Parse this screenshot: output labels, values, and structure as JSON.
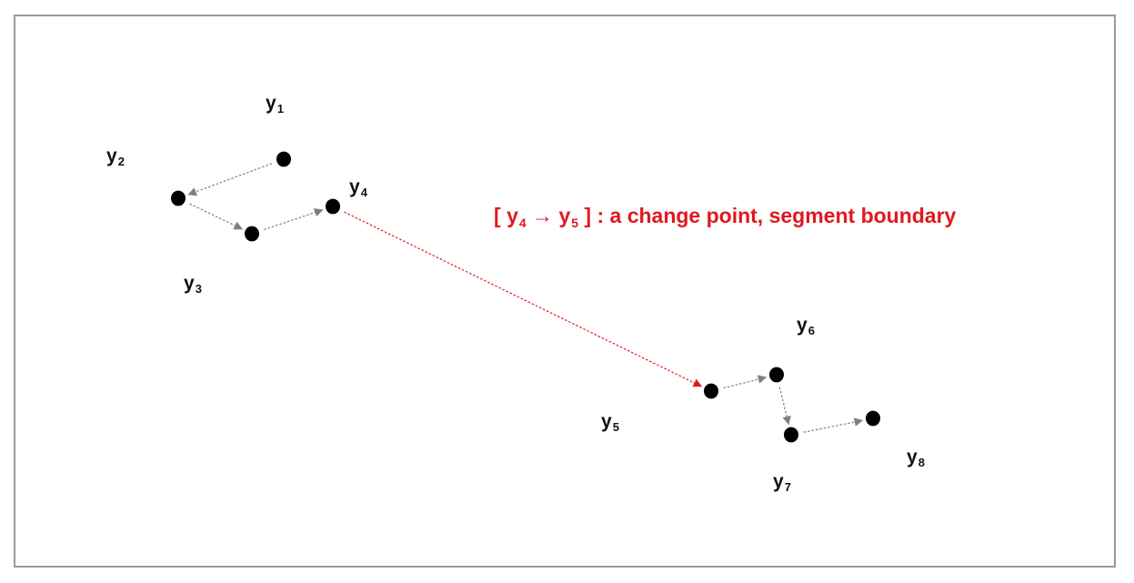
{
  "nodes": [
    {
      "id": "y1",
      "base": "y",
      "sub": "1"
    },
    {
      "id": "y2",
      "base": "y",
      "sub": "2"
    },
    {
      "id": "y3",
      "base": "y",
      "sub": "3"
    },
    {
      "id": "y4",
      "base": "y",
      "sub": "4"
    },
    {
      "id": "y5",
      "base": "y",
      "sub": "5"
    },
    {
      "id": "y6",
      "base": "y",
      "sub": "6"
    },
    {
      "id": "y7",
      "base": "y",
      "sub": "7"
    },
    {
      "id": "y8",
      "base": "y",
      "sub": "8"
    }
  ],
  "edges": [
    {
      "from": "y1",
      "to": "y2",
      "kind": "normal"
    },
    {
      "from": "y2",
      "to": "y3",
      "kind": "normal"
    },
    {
      "from": "y3",
      "to": "y4",
      "kind": "normal"
    },
    {
      "from": "y4",
      "to": "y5",
      "kind": "change-point"
    },
    {
      "from": "y5",
      "to": "y6",
      "kind": "normal"
    },
    {
      "from": "y6",
      "to": "y7",
      "kind": "normal"
    },
    {
      "from": "y7",
      "to": "y8",
      "kind": "normal"
    }
  ],
  "caption": {
    "open": "[ ",
    "from_base": "y",
    "from_sub": "4",
    "arrow": " → ",
    "to_base": "y",
    "to_sub": "5",
    "rest": " ] : a change point, segment boundary"
  },
  "colors": {
    "node": "#000000",
    "normal_edge": "#7f7f7f",
    "change_edge": "#e0191e",
    "caption": "#e0191e",
    "frame": "#9a9a9a"
  }
}
